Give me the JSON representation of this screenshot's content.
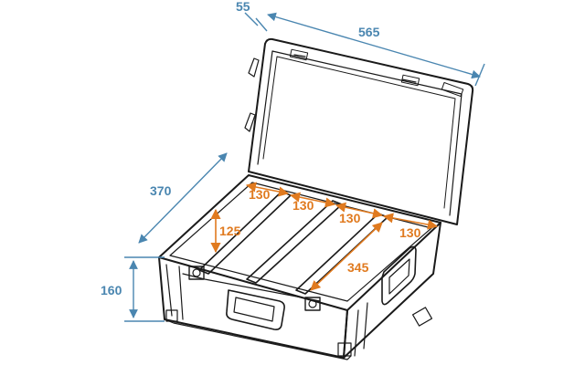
{
  "diagram": {
    "dimensions_outer": {
      "lid_depth": "55",
      "length": "565",
      "width": "370",
      "height": "160"
    },
    "dimensions_inner": {
      "compartment_1": "130",
      "compartment_2": "130",
      "compartment_3": "130",
      "compartment_4": "130",
      "inner_height": "125",
      "inner_length": "345"
    },
    "colors": {
      "outer_dimension": "#4a86b0",
      "inner_dimension": "#e07a1f",
      "line": "#1a1a1a"
    }
  }
}
